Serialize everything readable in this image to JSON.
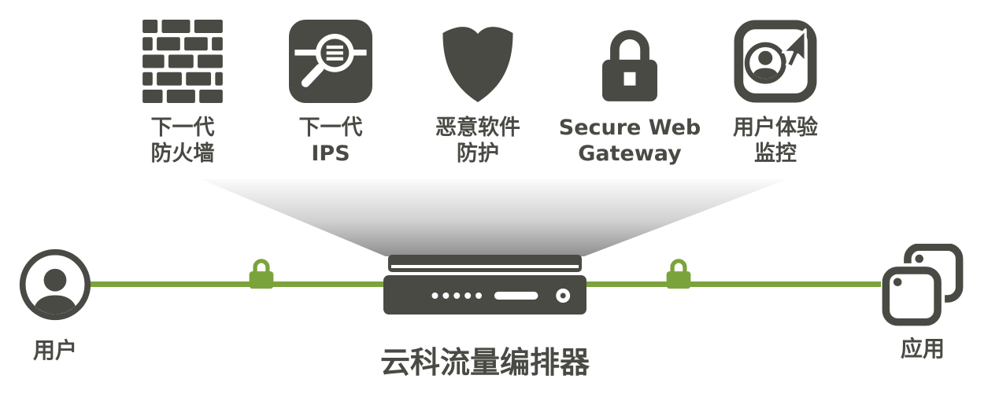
{
  "title": "云科流量编排器",
  "services": [
    {
      "icon": "brick-wall-firewall-icon",
      "label_line1": "下一代",
      "label_line2": "防火墙"
    },
    {
      "icon": "magnifier-inspection-icon",
      "label_line1": "下一代",
      "label_line2": "IPS"
    },
    {
      "icon": "shield-icon",
      "label_line1": "恶意软件",
      "label_line2": "防护"
    },
    {
      "icon": "padlock-icon",
      "label_line1": "Secure Web",
      "label_line2": "Gateway"
    },
    {
      "icon": "user-cursor-monitor-icon",
      "label_line1": "用户体验",
      "label_line2": "监控"
    }
  ],
  "endpoints": {
    "left": {
      "icon": "user-circle-icon",
      "label": "用户"
    },
    "right": {
      "icon": "stacked-apps-icon",
      "label": "应用"
    }
  },
  "colors": {
    "dark": "#4a4a45",
    "green": "#7ba33c",
    "background": "#ffffff"
  }
}
